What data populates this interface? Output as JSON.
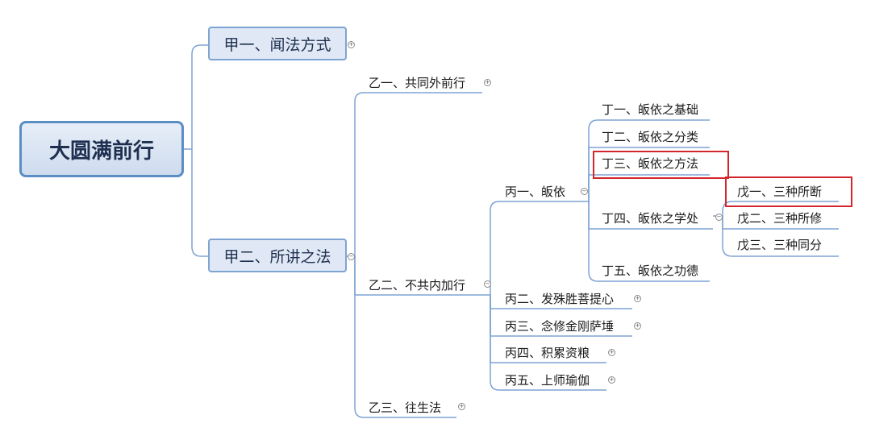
{
  "root": "大圆满前行",
  "jia": [
    "甲一、闻法方式",
    "甲二、所讲之法"
  ],
  "yi": [
    "乙一、共同外前行",
    "乙二、不共内加行",
    "乙三、往生法"
  ],
  "bing": [
    "丙一、皈依",
    "丙二、发殊胜菩提心",
    "丙三、念修金刚萨埵",
    "丙四、积累资粮",
    "丙五、上师瑜伽"
  ],
  "ding": [
    "丁一、皈依之基础",
    "丁二、皈依之分类",
    "丁三、皈依之方法",
    "丁四、皈依之学处",
    "丁五、皈依之功德"
  ],
  "wu": [
    "戊一、三种所断",
    "戊二、三种所修",
    "戊三、三种同分"
  ],
  "colors": {
    "line": "#7ea4d3",
    "highlight": "#d3262c",
    "root_border": "#5b8ec5"
  },
  "icons": {
    "expand": "plus-circle-icon",
    "collapse": "minus-circle-icon"
  }
}
